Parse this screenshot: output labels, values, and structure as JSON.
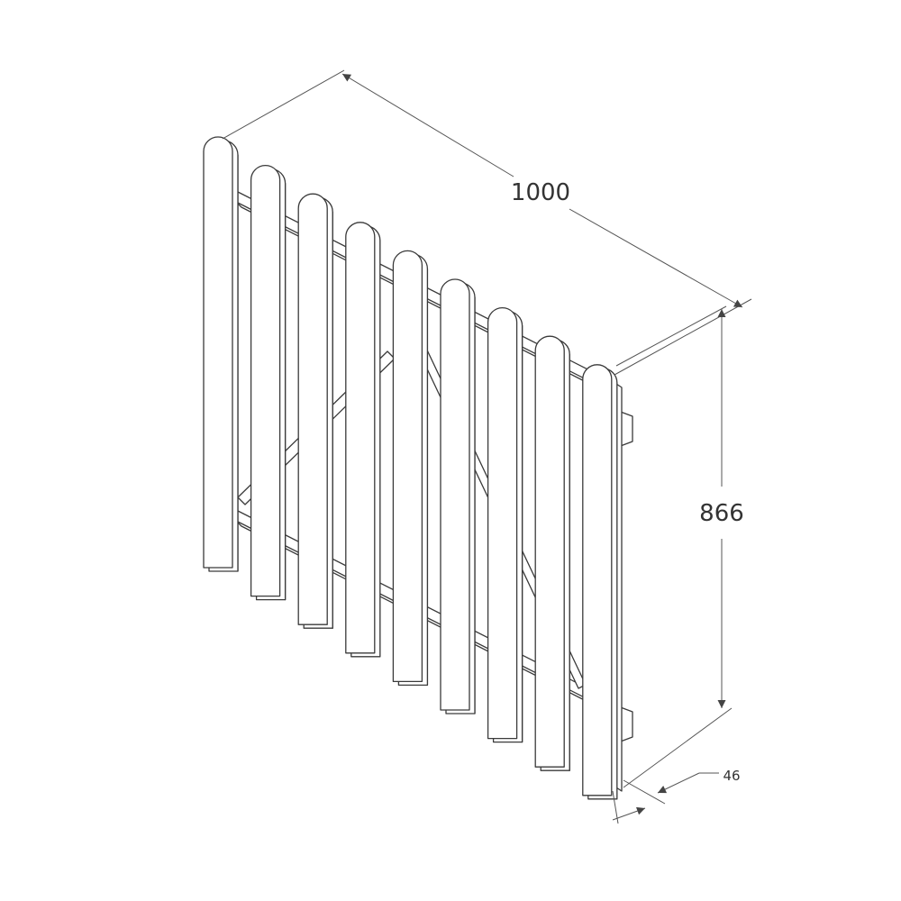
{
  "diagram": {
    "dimensions": {
      "width": "1000",
      "height": "866",
      "thickness": "46"
    },
    "pale_count": 9,
    "colors": {
      "line": "#3a3a3a",
      "dimension_line": "#555555",
      "background": "#ffffff"
    }
  }
}
